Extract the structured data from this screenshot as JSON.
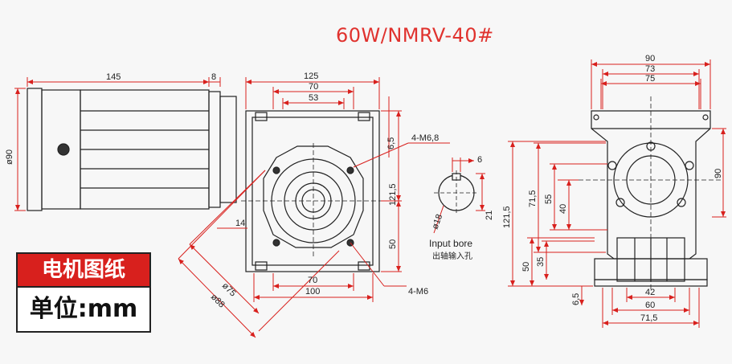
{
  "title": "60W/NMRV-40#",
  "badge": {
    "line1": "电机图纸",
    "line2": "单位:mm"
  },
  "dimensions": {
    "motor_length": "145",
    "flange_gap": "8",
    "motor_diameter": "ø90",
    "gearbox_width": "125",
    "width_70_top": "70",
    "width_53": "53",
    "hole_label_top": "4-M6,8",
    "height_6_5_side": "6,5",
    "height_121_5_side": "121,5",
    "height_50_side": "50",
    "angle_14": "14",
    "diameter_75": "ø75",
    "diameter_88": "ø88",
    "width_70_bottom": "70",
    "width_100": "100",
    "hole_label_bottom": "4-M6",
    "keyway_6": "6",
    "bore_18": "ø18",
    "bore_21": "21",
    "input_bore_en": "Input bore",
    "input_bore_cn": "出轴输入孔",
    "right_90_top": "90",
    "right_73": "73",
    "right_75": "75",
    "right_90_side": "90",
    "right_121_5": "121,5",
    "right_71_5": "71,5",
    "right_55": "55",
    "right_40": "40",
    "right_35": "35",
    "right_50": "50",
    "right_6_5": "6,5",
    "right_42": "42",
    "right_60": "60",
    "right_71_5_bottom": "71,5"
  }
}
